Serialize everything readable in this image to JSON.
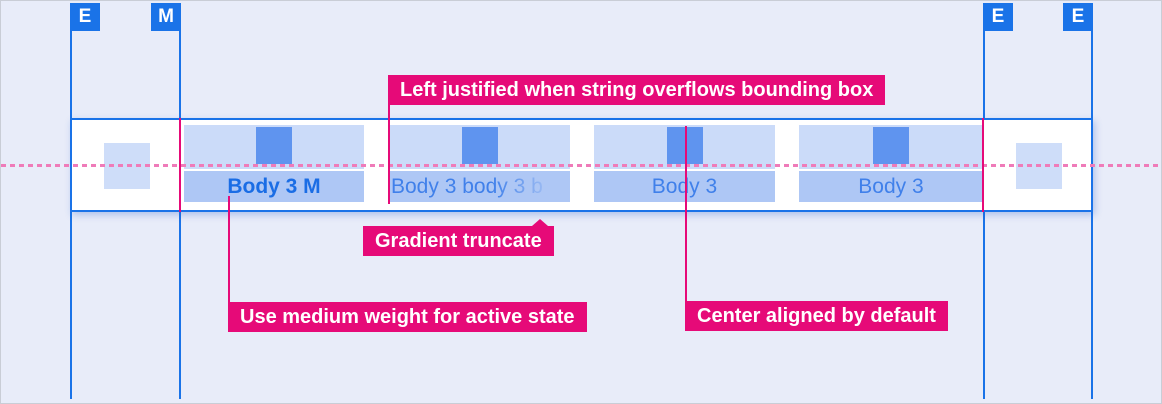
{
  "markers": [
    "E",
    "M",
    "E",
    "E"
  ],
  "tabs": [
    {
      "label": "Body 3 M",
      "state": "active",
      "align": "center",
      "truncate": "none"
    },
    {
      "label": "Body 3 body 3 b",
      "state": "inactive",
      "align": "left",
      "truncate": "gradient"
    },
    {
      "label": "Body 3",
      "state": "inactive",
      "align": "center",
      "truncate": "none"
    },
    {
      "label": "Body 3",
      "state": "inactive",
      "align": "center",
      "truncate": "none"
    }
  ],
  "annotations": {
    "left_justified": "Left justified when string overflows bounding box",
    "gradient_truncate": "Gradient truncate",
    "medium_weight": "Use medium weight for active state",
    "center_aligned": "Center aligned by default"
  },
  "colors": {
    "accent_blue": "#1A73E8",
    "icon_blue": "#5F94EF",
    "tab_upper_blue": "#CBDBF9",
    "tab_lower_blue": "#AEC7F5",
    "margin_box_blue": "#CEDDF9",
    "annotation_magenta": "#E60A78",
    "centerline_pink": "#EF7BB9",
    "canvas_background": "#E8ECF9"
  }
}
